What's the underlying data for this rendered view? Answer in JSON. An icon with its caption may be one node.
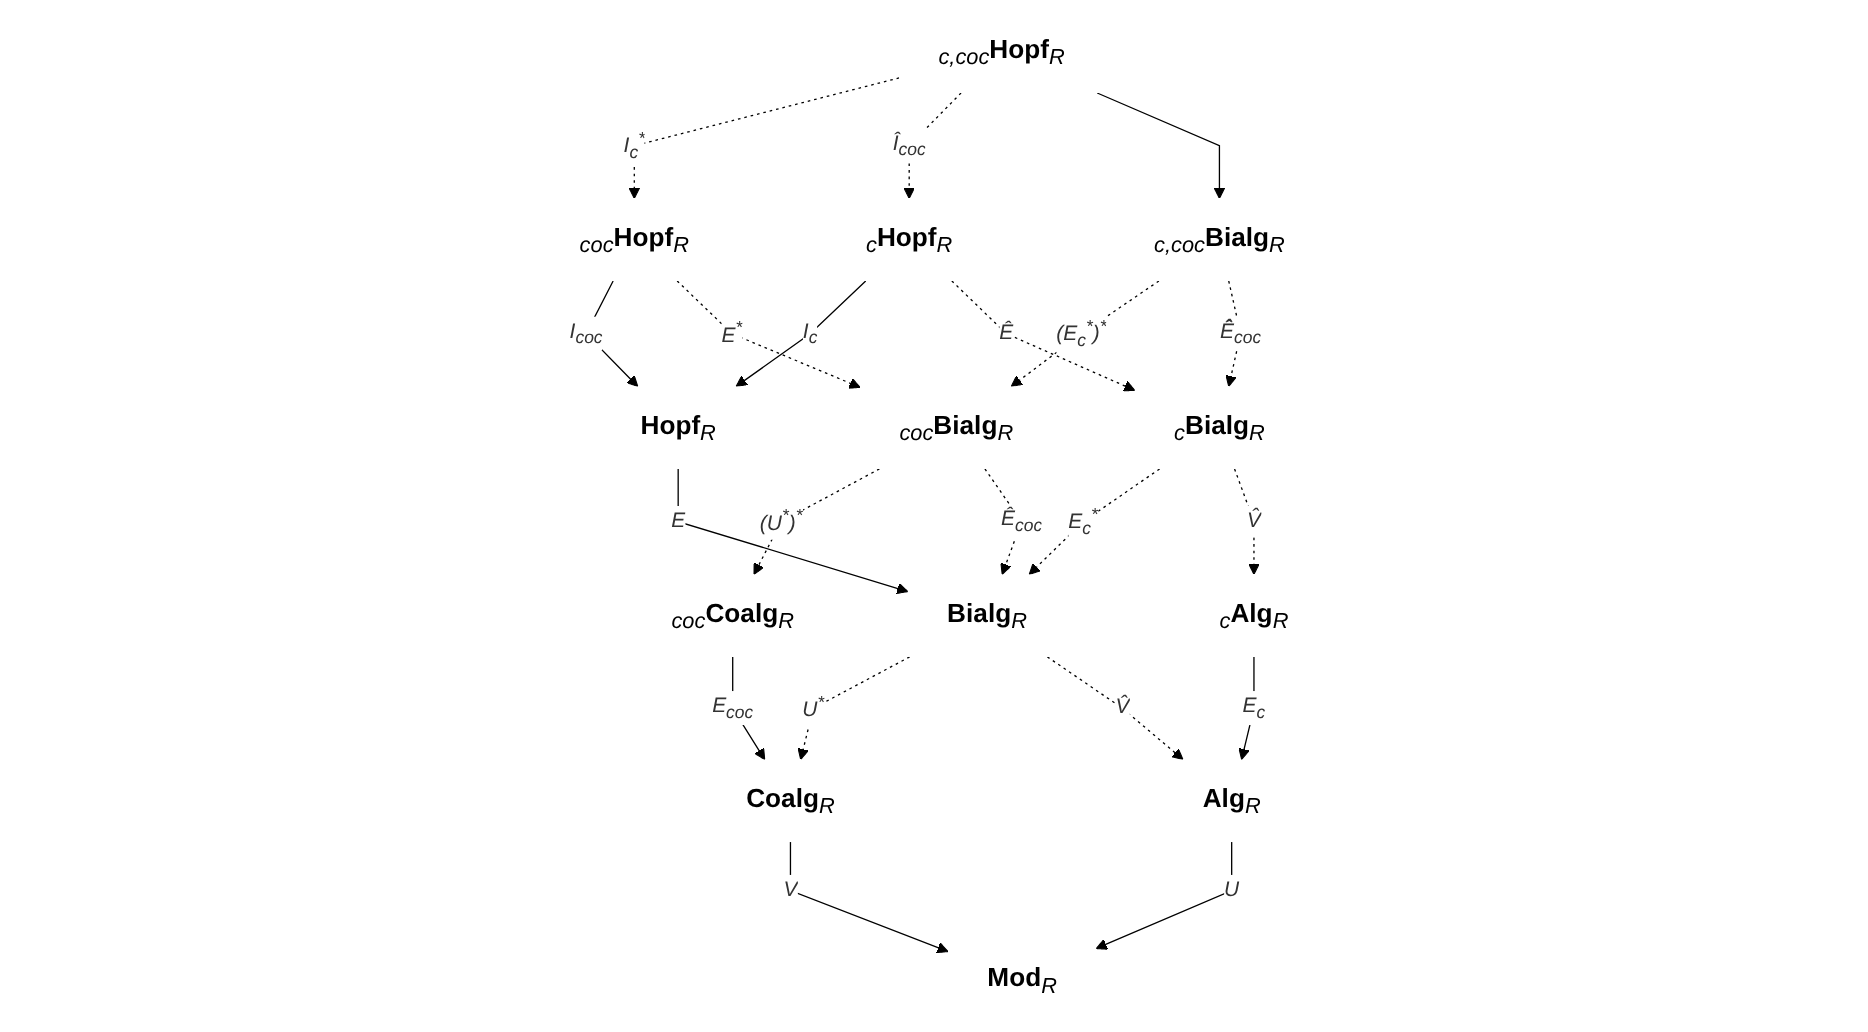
{
  "diagram": {
    "nodes": [
      {
        "text": [
          "$_{c,coc}$**Hopf**$_{R}$"
        ]
      },
      {
        "text": [
          "$_{coc}$**Hopf**$_{R}$"
        ]
      },
      {
        "text": [
          "$_{c}$**Hopf**$_{R}$"
        ]
      },
      {
        "text": [
          "**Hopf**$_{R}$"
        ]
      },
      {
        "text": [
          "$_{c,coc}$**Bialg**$_{R}$"
        ]
      },
      {
        "text": [
          "$_{coc}$**Bialg**$_{R}$"
        ]
      },
      {
        "text": [
          "$_{c}$**Bialg**$_{R}$"
        ]
      },
      {
        "text": [
          "**Bialg**$_{R}$"
        ]
      },
      {
        "text": [
          "$_{coc}$**Coalg**$_{R}$"
        ]
      },
      {
        "text": [
          "$_{c}$**Alg**$_{R}$"
        ]
      },
      {
        "text": [
          "**Coalg**$_{R}$"
        ]
      },
      {
        "text": [
          "**Alg**$_{R}$"
        ]
      },
      {
        "text": [
          "**Mod**$_{R}$"
        ]
      }
    ],
    "edges": [
      {
        "from": 0,
        "to": 1,
        "arrow": "to",
        "label": "I$_{c}$$^{*}$",
        "style": "dashed"
      },
      {
        "from": 0,
        "to": 2,
        "arrow": "to",
        "label": "Î$_{coc}$",
        "style": "dashed"
      },
      {
        "from": 0,
        "to": 4,
        "arrow": "to"
      },
      {
        "from": 1,
        "to": 3,
        "arrow": "to",
        "label": "I$_{coc}$"
      },
      {
        "from": 2,
        "to": 3,
        "arrow": "to",
        "label": "I$_{c}$"
      },
      {
        "from": 1,
        "to": 5,
        "arrow": "to",
        "label": "E$^{*}$",
        "style": "dashed"
      },
      {
        "from": 2,
        "to": 6,
        "arrow": "to",
        "label": "Ê",
        "style": "dashed"
      },
      {
        "from": 3,
        "to": 7,
        "arrow": "to",
        "label": "E"
      },
      {
        "from": 4,
        "to": 5,
        "arrow": "to",
        "label": "(E$_{c}$$^{*}$)$^{*}$",
        "style": "dashed"
      },
      {
        "from": 4,
        "to": 6,
        "arrow": "to",
        "label": "Ê̂$_{coc}$",
        "style": "dashed"
      },
      {
        "from": 5,
        "to": 8,
        "arrow": "to",
        "label": "(U$^{*}$)$^{*}$",
        "style": "dashed"
      },
      {
        "from": 5,
        "to": 7,
        "arrow": "to",
        "label": "Ê$_{coc}$",
        "style": "dashed"
      },
      {
        "from": 6,
        "to": 7,
        "arrow": "to",
        "label": "E$_{c}$$^{*}$",
        "style": "dashed"
      },
      {
        "from": 6,
        "to": 9,
        "arrow": "to",
        "label": "V̂",
        "style": "dashed"
      },
      {
        "from": 8,
        "to": 10,
        "arrow": "to",
        "label": "E$_{coc}$"
      },
      {
        "from": 9,
        "to": 11,
        "arrow": "to",
        "label": "E$_{c}$"
      },
      {
        "from": 7,
        "to": 10,
        "arrow": "to",
        "label": "U$^{*}$",
        "style": "dashed"
      },
      {
        "from": 7,
        "to": 11,
        "arrow": "to",
        "label": "V̂",
        "style": "dashed"
      },
      {
        "from": 10,
        "to": 12,
        "arrow": "to",
        "label": "V"
      },
      {
        "from": 11,
        "to": 12,
        "arrow": "to",
        "label": "U"
      }
    ]
  }
}
